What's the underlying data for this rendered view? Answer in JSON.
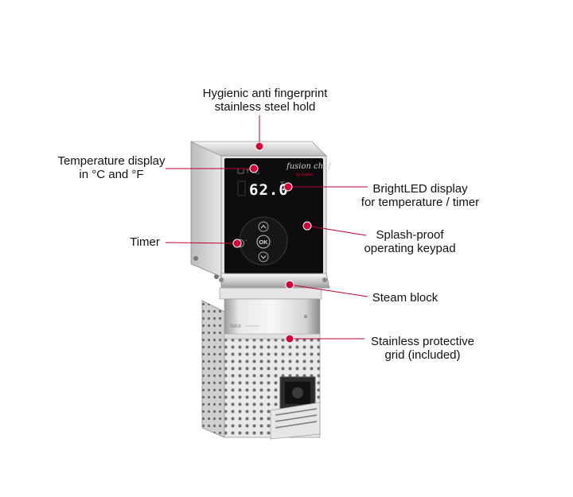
{
  "device": {
    "brand_logo": "fusion chef",
    "brand_sub": "by Julabo",
    "display_value": "62.0",
    "display_unit": "°C",
    "ok_label": "OK",
    "max_mark": "MAX"
  },
  "callouts": [
    {
      "id": "hold",
      "lines": [
        "Hygienic anti fingerprint",
        "stainless steel hold"
      ]
    },
    {
      "id": "temp-display",
      "lines": [
        "Temperature display",
        "in °C and °F"
      ]
    },
    {
      "id": "timer",
      "lines": [
        "Timer"
      ]
    },
    {
      "id": "brightled",
      "lines": [
        "BrightLED display",
        "for temperature / timer"
      ]
    },
    {
      "id": "keypad",
      "lines": [
        "Splash-proof",
        "operating keypad"
      ]
    },
    {
      "id": "steam",
      "lines": [
        "Steam block"
      ]
    },
    {
      "id": "grid",
      "lines": [
        "Stainless protective",
        "grid (included)"
      ]
    }
  ],
  "colors": {
    "marker": "#d4003a",
    "leader": "#c0002e",
    "panel": "#0d0d0d",
    "led": "#ffffff",
    "steel_light": "#f2f2f2",
    "steel_mid": "#cfcfcf",
    "steel_dark": "#8e8e8e"
  }
}
